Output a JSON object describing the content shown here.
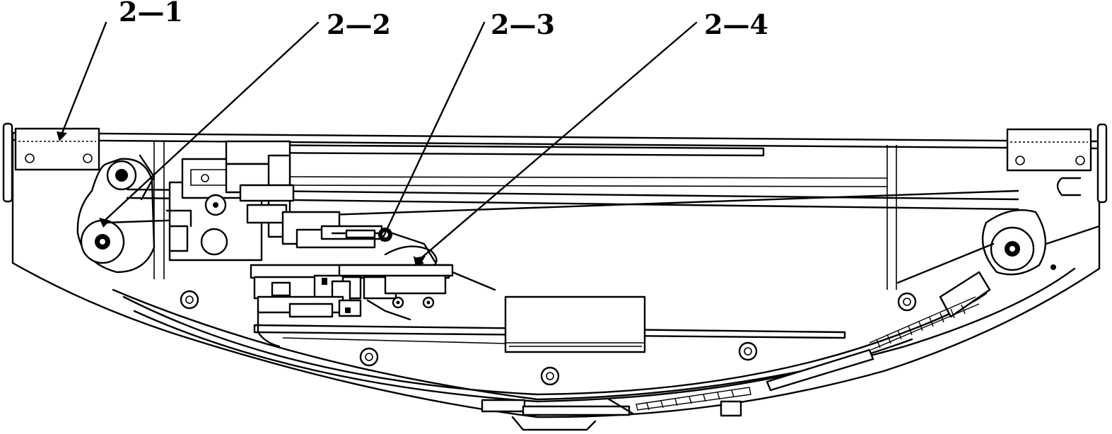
{
  "callouts": [
    {
      "id": "2-1",
      "label": "2—1"
    },
    {
      "id": "2-2",
      "label": "2—2"
    },
    {
      "id": "2-3",
      "label": "2—3"
    },
    {
      "id": "2-4",
      "label": "2—4"
    }
  ]
}
